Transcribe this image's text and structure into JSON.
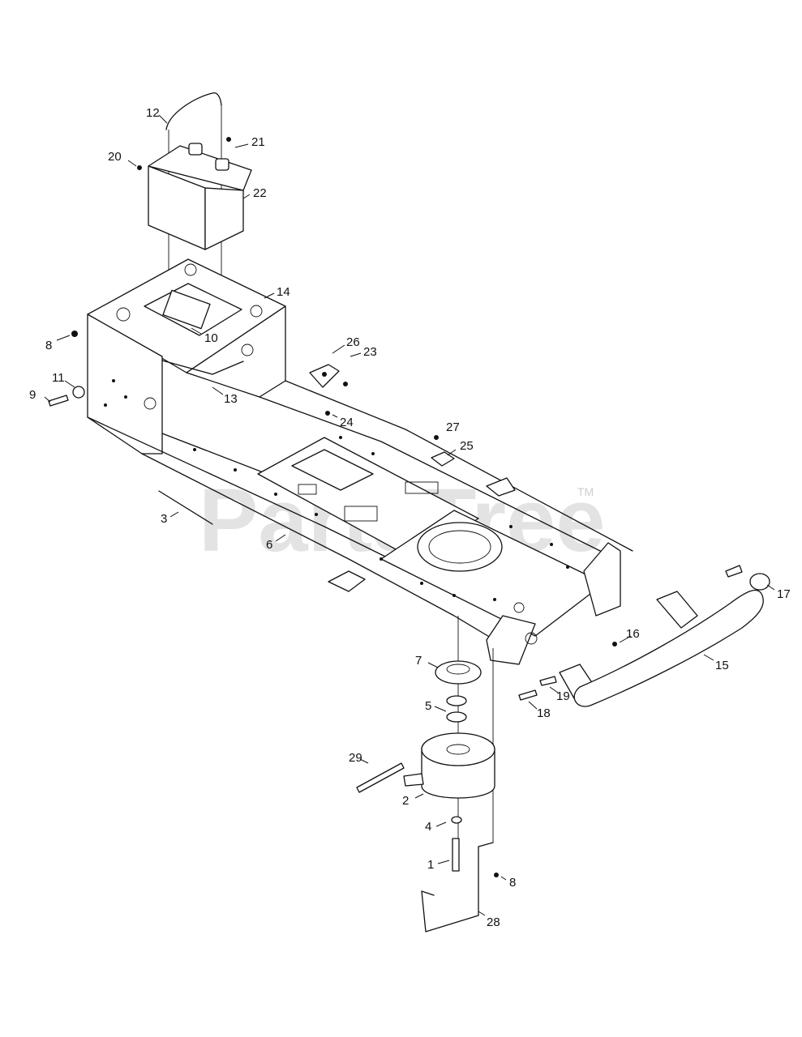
{
  "watermark": {
    "text": "PartsTree",
    "trademark": "TM"
  },
  "callouts": {
    "c1": "1",
    "c2": "2",
    "c3": "3",
    "c4": "4",
    "c5": "5",
    "c6": "6",
    "c7": "7",
    "c8a": "8",
    "c8b": "8",
    "c9": "9",
    "c10": "10",
    "c11": "11",
    "c12": "12",
    "c13": "13",
    "c14": "14",
    "c15": "15",
    "c16": "16",
    "c17": "17",
    "c18": "18",
    "c19": "19",
    "c20": "20",
    "c21": "21",
    "c22": "22",
    "c23": "23",
    "c24": "24",
    "c25": "25",
    "c26": "26",
    "c27": "27",
    "c28": "28",
    "c29": "29"
  }
}
